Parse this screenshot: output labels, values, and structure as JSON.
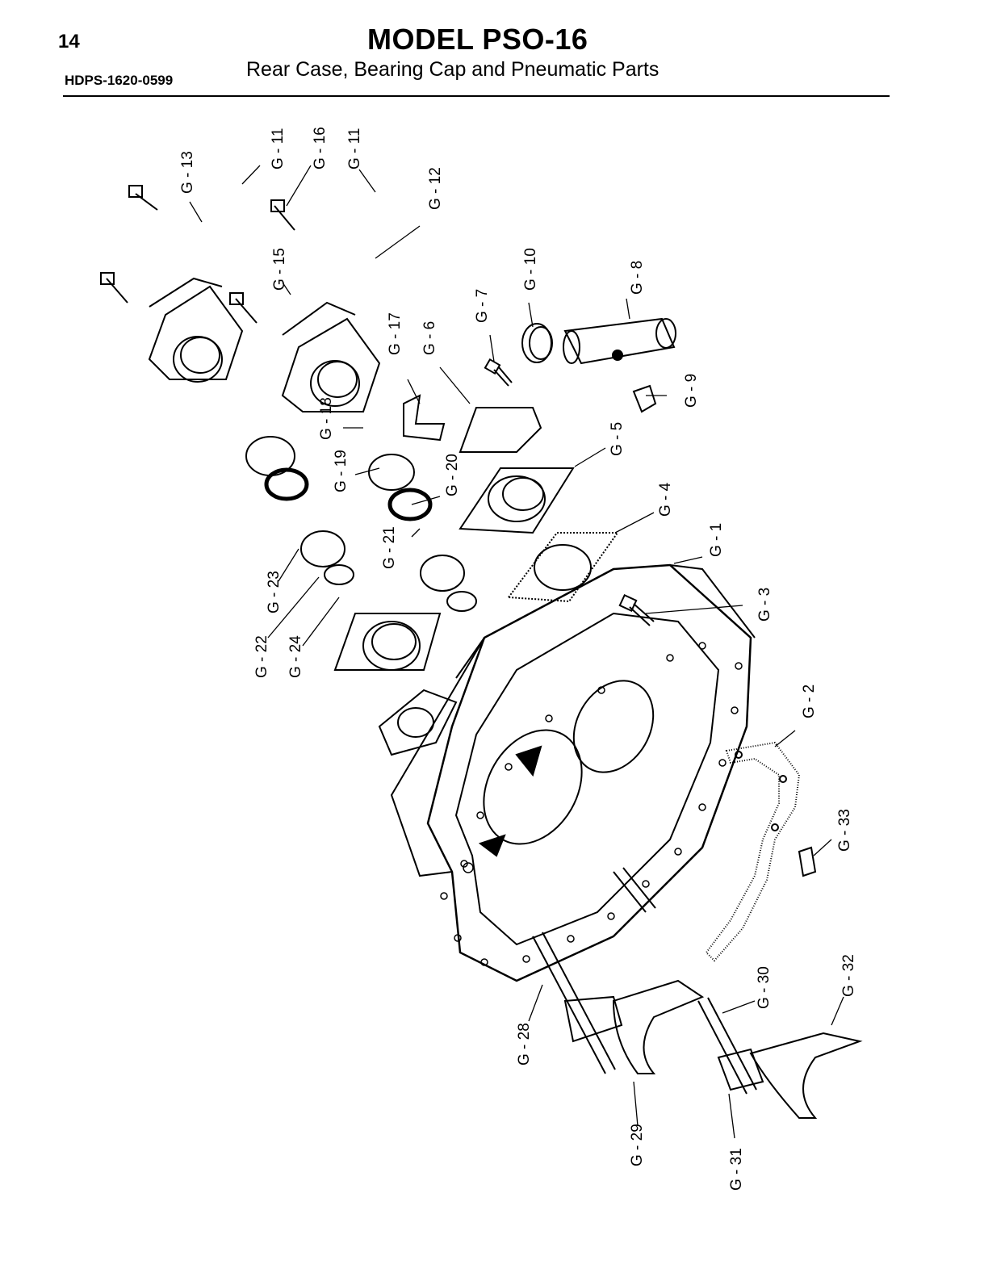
{
  "header": {
    "page_number": "14",
    "title": "MODEL PSO-16",
    "code": "HDPS-1620-0599",
    "subtitle": "Rear Case, Bearing Cap and Pneumatic Parts"
  },
  "callouts": {
    "g1": "G - 1",
    "g2": "G - 2",
    "g3": "G - 3",
    "g4": "G - 4",
    "g5": "G - 5",
    "g6": "G - 6",
    "g7": "G - 7",
    "g8": "G - 8",
    "g9": "G - 9",
    "g10": "G - 10",
    "g11a": "G - 11",
    "g11b": "G - 11",
    "g12": "G - 12",
    "g13": "G - 13",
    "g15": "G - 15",
    "g16": "G - 16",
    "g17": "G - 17",
    "g18": "G - 18",
    "g19": "G - 19",
    "g20": "G - 20",
    "g21": "G - 21",
    "g22": "G - 22",
    "g23": "G - 23",
    "g24": "G - 24",
    "g28": "G - 28",
    "g29": "G - 29",
    "g30": "G - 30",
    "g31": "G - 31",
    "g32": "G - 32",
    "g33": "G - 33"
  }
}
